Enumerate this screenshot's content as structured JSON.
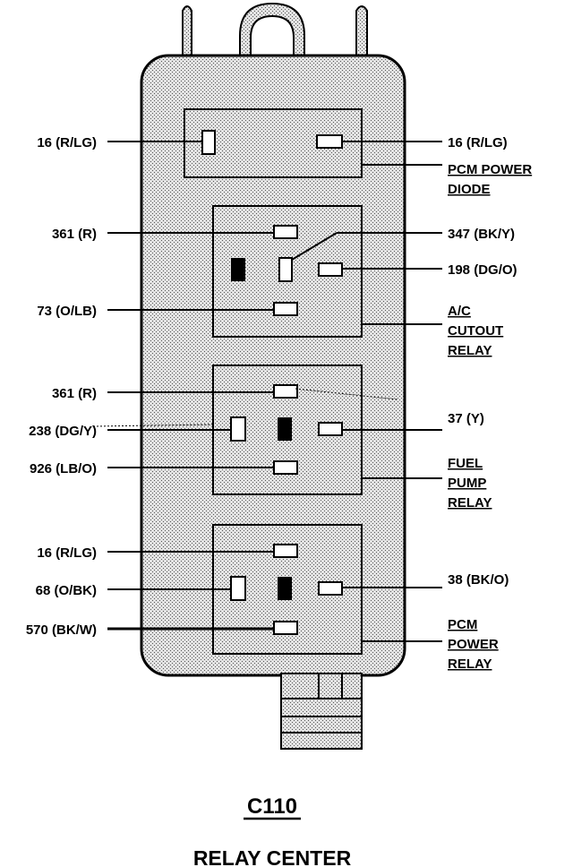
{
  "connector_id": "C110",
  "component_name": "RELAY CENTER",
  "colors": {
    "housing_fill": "#c8c8c8",
    "line": "#000000",
    "background": "#ffffff",
    "terminal_fill": "#ffffff",
    "blank_terminal_fill": "#000000"
  },
  "components": {
    "pcm_power_diode": [
      "PCM POWER",
      "DIODE"
    ],
    "ac_cutout_relay": [
      "A/C",
      "CUTOUT",
      "RELAY"
    ],
    "fuel_pump_relay": [
      "FUEL",
      "PUMP",
      "RELAY"
    ],
    "pcm_power_relay": [
      "PCM",
      "POWER",
      "RELAY"
    ]
  },
  "wires": {
    "diode_left": "16 (R/LG)",
    "diode_right": "16 (R/LG)",
    "ac_top_left": "361 (R)",
    "ac_top_right": "347 (BK/Y)",
    "ac_mid_right": "198 (DG/O)",
    "ac_bottom_left": "73 (O/LB)",
    "fp_top_left": "361 (R)",
    "fp_mid_left": "238 (DG/Y)",
    "fp_mid_right": "37 (Y)",
    "fp_bottom_left": "926 (LB/O)",
    "pcm_top_left": "16 (R/LG)",
    "pcm_mid_left": "68 (O/BK)",
    "pcm_mid_right": "38 (BK/O)",
    "pcm_bottom_left": "570 (BK/W)"
  }
}
